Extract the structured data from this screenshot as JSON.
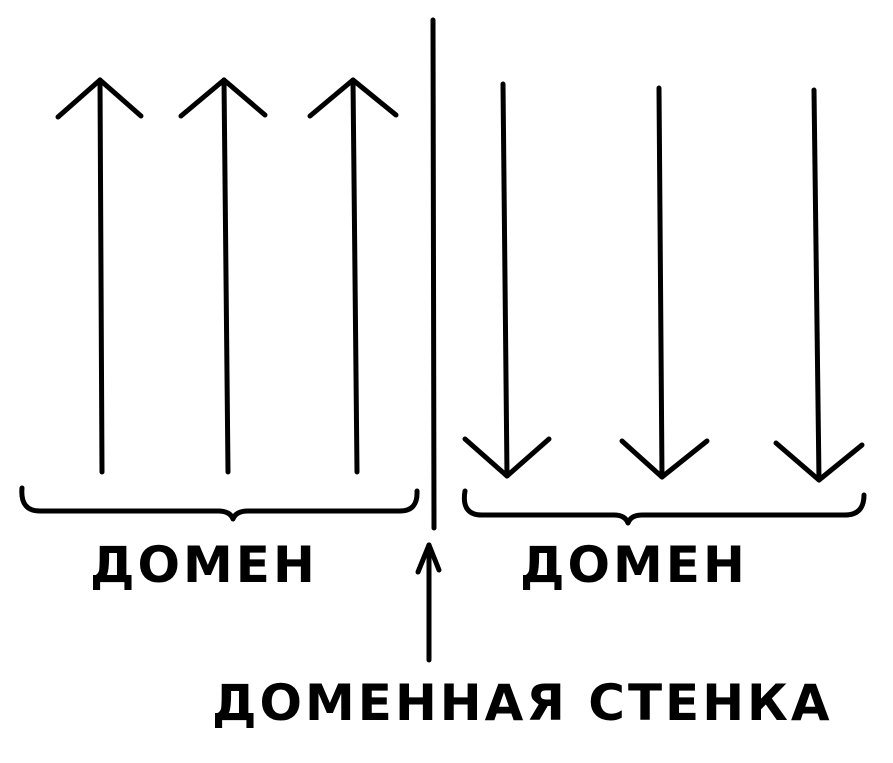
{
  "labels": {
    "left_domain": "Домен",
    "right_domain": "Домен",
    "wall": "Доменная стенка"
  },
  "diagram": {
    "left_domain": {
      "arrow_direction": "up",
      "arrow_count": 3
    },
    "right_domain": {
      "arrow_direction": "down",
      "arrow_count": 3
    }
  },
  "colors": {
    "ink": "#000000",
    "background": "#ffffff"
  }
}
